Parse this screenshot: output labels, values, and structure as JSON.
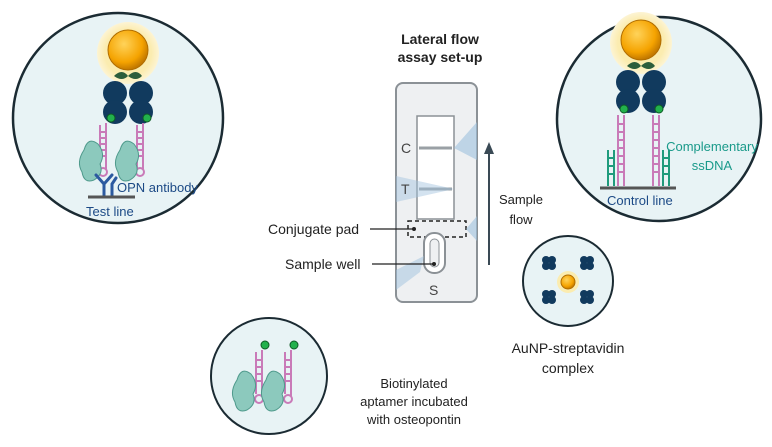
{
  "title_line1": "Lateral flow",
  "title_line2": "assay set-up",
  "strip": {
    "label_c": "C",
    "label_t": "T",
    "label_s": "S",
    "conjugate_pad": "Conjugate pad",
    "sample_well": "Sample well"
  },
  "flow": {
    "line1": "Sample",
    "line2": "flow"
  },
  "left_circle": {
    "antibody_label": "OPN antibody",
    "test_line_label": "Test line"
  },
  "right_circle": {
    "dna_line1": "Complementary",
    "dna_line2": "ssDNA",
    "control_line_label": "Control line"
  },
  "complex": {
    "line1": "AuNP-streptavidin",
    "line2": "complex"
  },
  "aptamer": {
    "line1": "Biotinylated",
    "line2": "aptamer incubated",
    "line3": "with osteopontin"
  },
  "colors": {
    "circle_fill": "#e8f3f5",
    "circle_stroke": "#1b2b33",
    "gold": "#f5a300",
    "gold_glow": "#fbecb0",
    "streptavidin": "#113a5e",
    "biotin": "#22b14c",
    "aptamer": "#c97ab8",
    "protein": "#8cc9bd",
    "antibody": "#2c5aa0",
    "ssdna": "#1f9b7c",
    "cassette": "#eef0f2"
  }
}
